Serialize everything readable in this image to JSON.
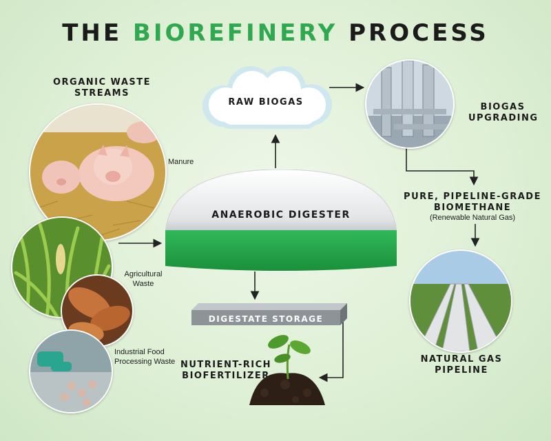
{
  "title": {
    "part1": "THE",
    "part2": "BIOREFINERY",
    "part3": "PROCESS"
  },
  "labels": {
    "organic_waste": "ORGANIC WASTE STREAMS",
    "raw_biogas": "RAW BIOGAS",
    "biogas_upgrading": "BIOGAS UPGRADING",
    "biomethane": "PURE, PIPELINE-GRADE BIOMETHANE",
    "biomethane_note": "(Renewable Natural Gas)",
    "digester": "ANAEROBIC DIGESTER",
    "digestate": "DIGESTATE STORAGE",
    "biofertilizer": "NUTRIENT-RICH BIOFERTILIZER",
    "pipeline": "NATURAL GAS PIPELINE",
    "manure": "Manure",
    "agricultural": "Agricultural Waste",
    "industrial": "Industrial Food Processing Waste"
  },
  "colors": {
    "accent": "#2fa84f",
    "digester_green": "#23a447",
    "storage_gray": "#8e9398"
  }
}
